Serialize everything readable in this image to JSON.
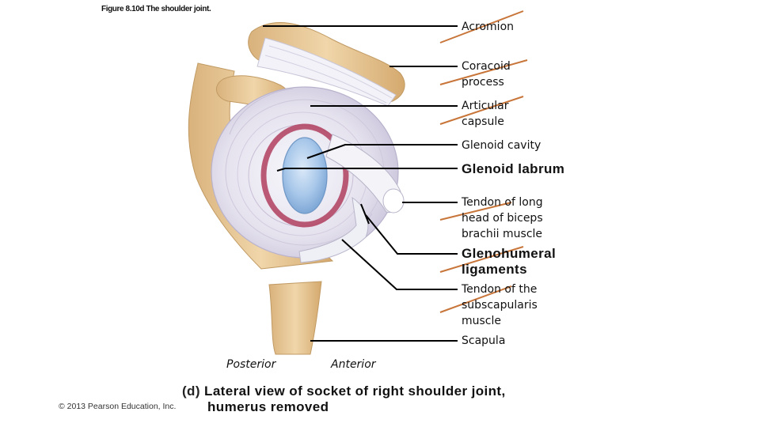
{
  "figure_title": "Figure 8.10d The shoulder joint.",
  "labels": {
    "acromion": "Acromion",
    "coracoid": [
      "Coracoid",
      "process"
    ],
    "capsule": [
      "Articular",
      "capsule"
    ],
    "glenoid_cavity": "Glenoid cavity",
    "glenoid_labrum": "Glenoid labrum",
    "biceps_tendon": [
      "Tendon of long",
      "head of biceps",
      "brachii muscle"
    ],
    "glenohumeral": [
      "Glenohumeral",
      "ligaments"
    ],
    "subscapularis": [
      "Tendon of the",
      "subscapularis",
      "muscle"
    ],
    "scapula": "Scapula"
  },
  "orientation": {
    "posterior": "Posterior",
    "anterior": "Anterior"
  },
  "caption": {
    "letter": "(d)",
    "line1": "Lateral view of socket of right shoulder joint,",
    "line2": "humerus removed"
  },
  "copyright": "© 2013 Pearson Education, Inc.",
  "colors": {
    "bone": "#e6c79a",
    "ligament": "#eef0f6",
    "cartilage": "#a9c8ea",
    "labrum": "#b03e5e",
    "strike": "#c8753a"
  }
}
